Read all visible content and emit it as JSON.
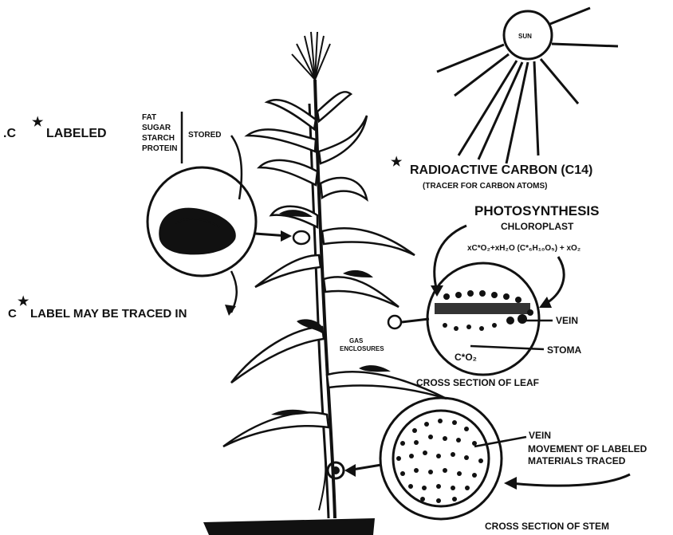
{
  "labels": {
    "sun": "SUN",
    "c_labeled": ".C",
    "labeled_word": "LABELED",
    "fat": "FAT",
    "sugar": "SUGAR",
    "starch": "STARCH",
    "protein": "PROTEIN",
    "stored": "STORED",
    "radioactive": "RADIOACTIVE  CARBON (C14)",
    "tracer": "(TRACER FOR CARBON ATOMS)",
    "photosynthesis": "PHOTOSYNTHESIS",
    "chloroplast": "CHLOROPLAST",
    "equation": "xC*O₂+xH₂O (C*₆H₁₀O₅) + xO₂",
    "c_label_traced": "C",
    "label_may_be_traced": "LABEL  MAY  BE  TRACED  IN",
    "vein_leaf": "VEIN",
    "gas": "GAS",
    "enclosures": "ENCLOSURES",
    "co2": "C*O₂",
    "stoma": "STOMA",
    "cross_section_leaf": "CROSS  SECTION  OF  LEAF",
    "vein_stem": "VEIN",
    "movement_1": "MOVEMENT  OF  LABELED",
    "movement_2": "MATERIALS  TRACED",
    "cross_section_stem": "CROSS  SECTION  OF  STEM"
  },
  "colors": {
    "ink": "#111111",
    "paper": "#ffffff"
  }
}
